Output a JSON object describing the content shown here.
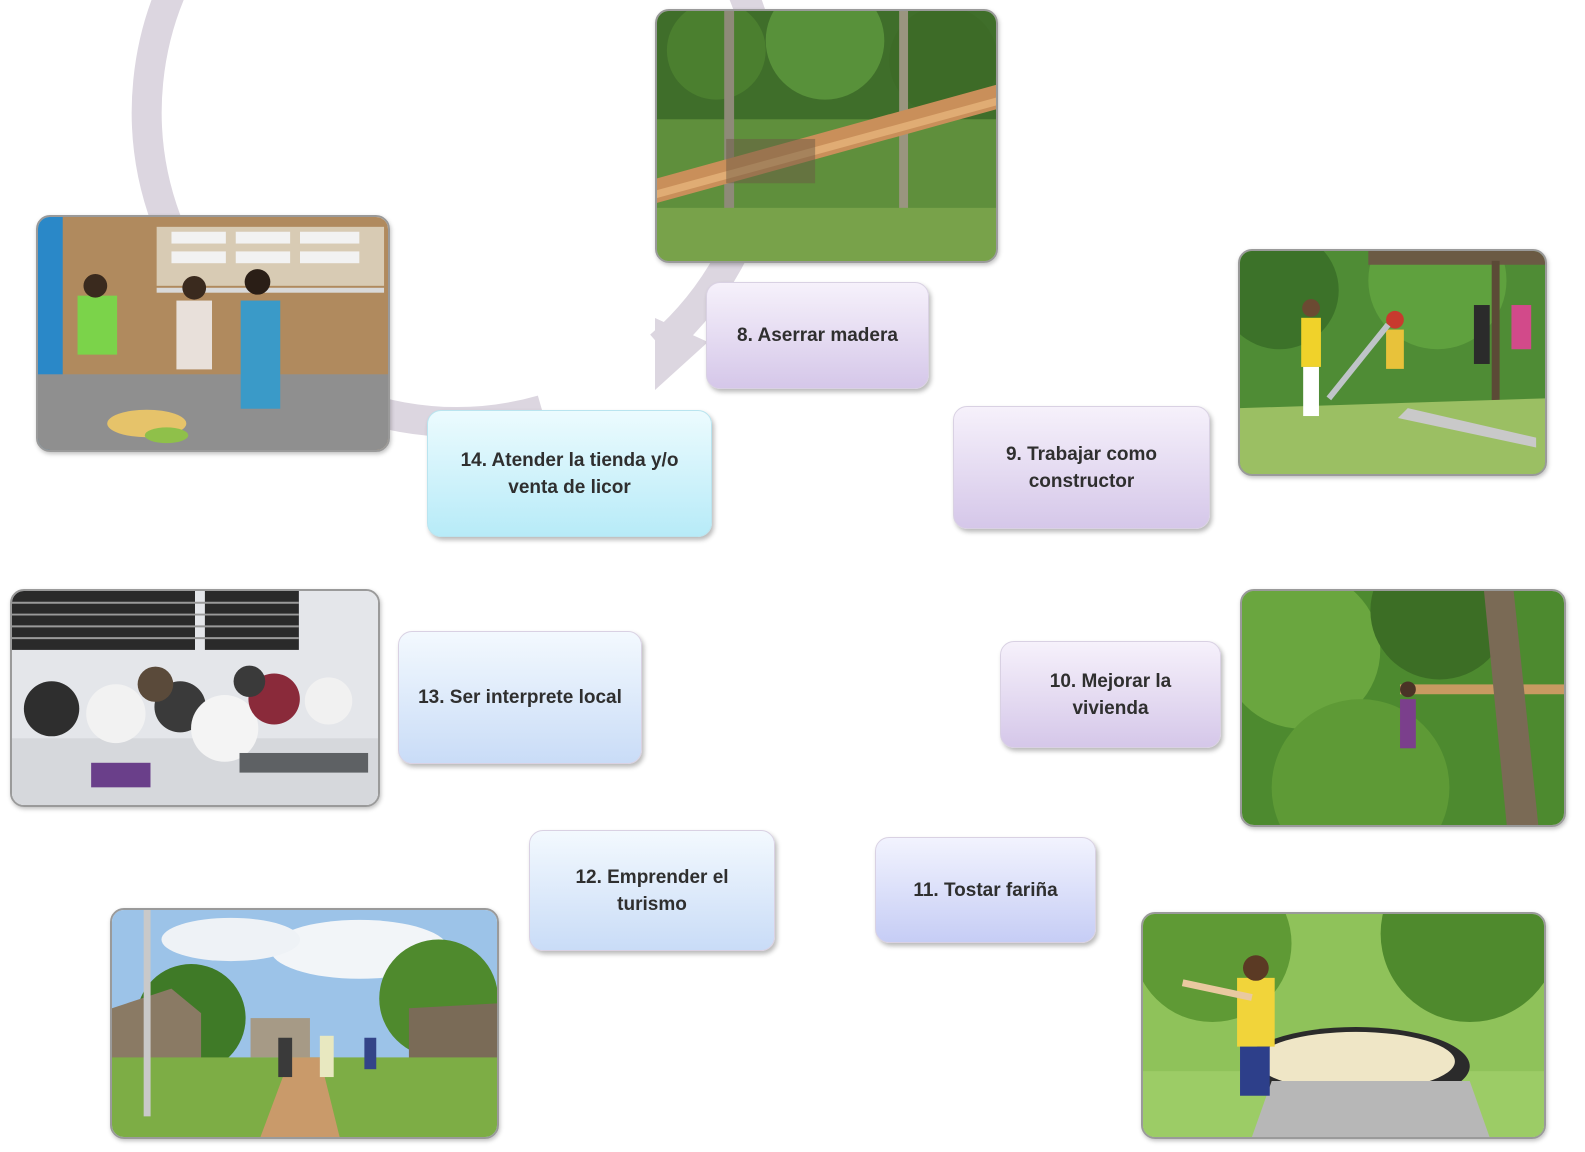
{
  "steps": [
    {
      "label": "8. Aserrar madera"
    },
    {
      "label": "9. Trabajar como constructor"
    },
    {
      "label": "10. Mejorar la vivienda"
    },
    {
      "label": "11. Tostar fariña"
    },
    {
      "label": "12. Emprender el turismo"
    },
    {
      "label": "13. Ser interprete local"
    },
    {
      "label": "14. Atender la tienda y/o venta de licor"
    }
  ],
  "photos": [
    {
      "name": "photo-sawn-lumber"
    },
    {
      "name": "photo-construction-workers"
    },
    {
      "name": "photo-house-improvement"
    },
    {
      "name": "photo-toasting-farina"
    },
    {
      "name": "photo-village-tourism"
    },
    {
      "name": "photo-community-meeting"
    },
    {
      "name": "photo-family-shop"
    }
  ],
  "colors": {
    "ring": "#dcd6e0",
    "purple_box": "#d5c7e9",
    "blue_box": "#c6cdf5",
    "cyan_box": "#b7ebf8"
  }
}
